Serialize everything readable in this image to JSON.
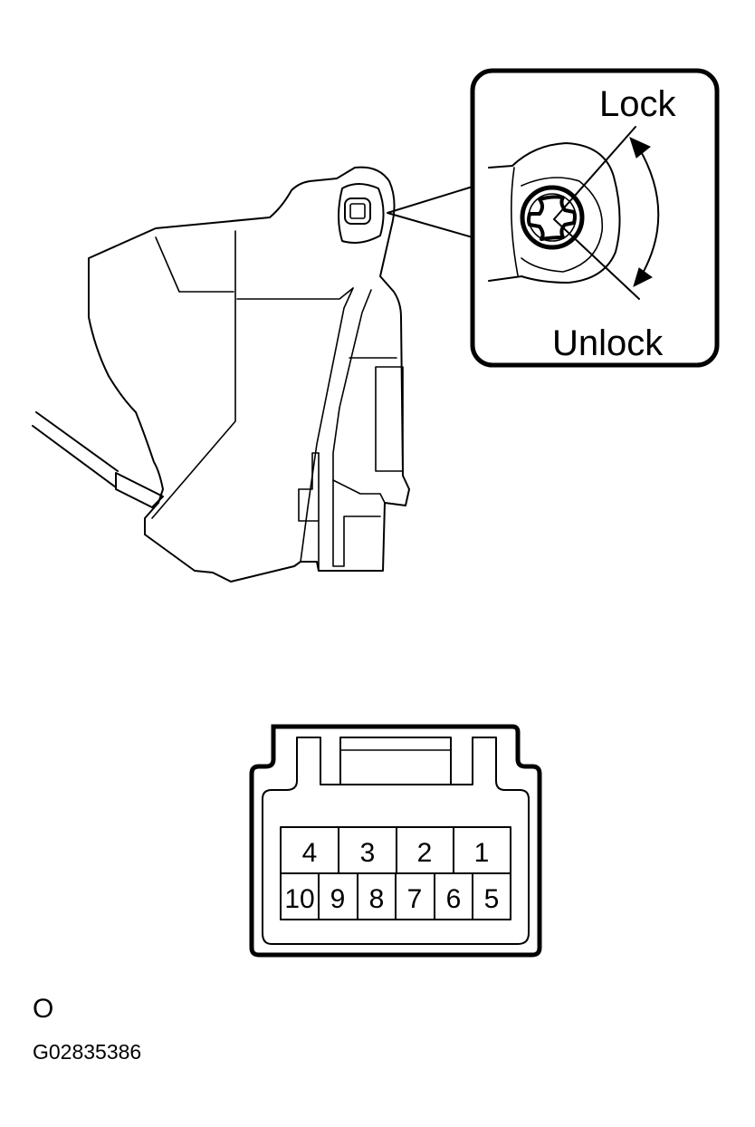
{
  "callout": {
    "lock_label": "Lock",
    "unlock_label": "Unlock"
  },
  "connector": {
    "top_row": [
      "4",
      "3",
      "2",
      "1"
    ],
    "bottom_row": [
      "10",
      "9",
      "8",
      "7",
      "6",
      "5"
    ]
  },
  "footer": {
    "mark": "O",
    "code": "G02835386"
  }
}
